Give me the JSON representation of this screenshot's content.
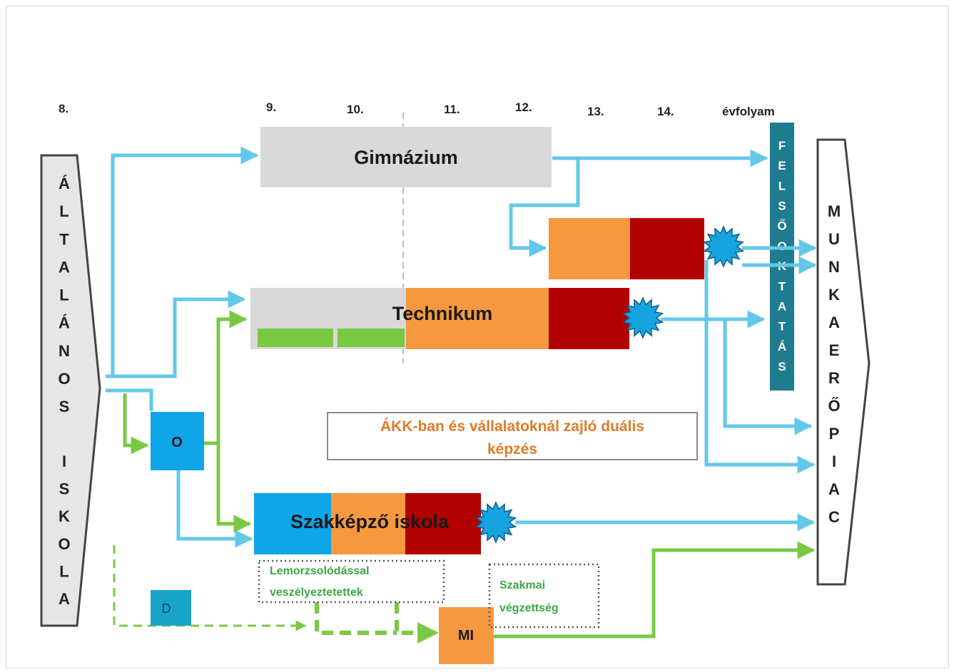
{
  "grades": [
    "8.",
    "9.",
    "10.",
    "11.",
    "12.",
    "13.",
    "14.",
    "évfolyam"
  ],
  "left_block": {
    "label": "ÁLTALÁNOS ISKOLA"
  },
  "right_block": {
    "label": "MUNKAERŐPIAC"
  },
  "higher_ed": {
    "label": "FELSŐOKTATÁS"
  },
  "boxes": {
    "gimnazium": "Gimnázium",
    "technikum": "Technikum",
    "szakkepzo": "Szakképző iskola",
    "o": "O",
    "d": "D",
    "mi": "MI"
  },
  "notes": {
    "dual_line1": "ÁKK-ban és vállalatoknál zajló duális",
    "dual_line2": "képzés",
    "dropout_line1": "Lemorzsolódással",
    "dropout_line2": "veszélyeztetettek",
    "qual_line1": "Szakmai",
    "qual_line2": "végzettség"
  },
  "colors": {
    "blue_arrow": "#63c8e8",
    "green_arrow": "#7ac943",
    "grey_box": "#d9d9d9",
    "orange": "#f6983f",
    "dark_red": "#b20000",
    "cyan_box": "#0ea5e9",
    "teal_box": "#1f7b8f",
    "star": "#16a4e0"
  }
}
